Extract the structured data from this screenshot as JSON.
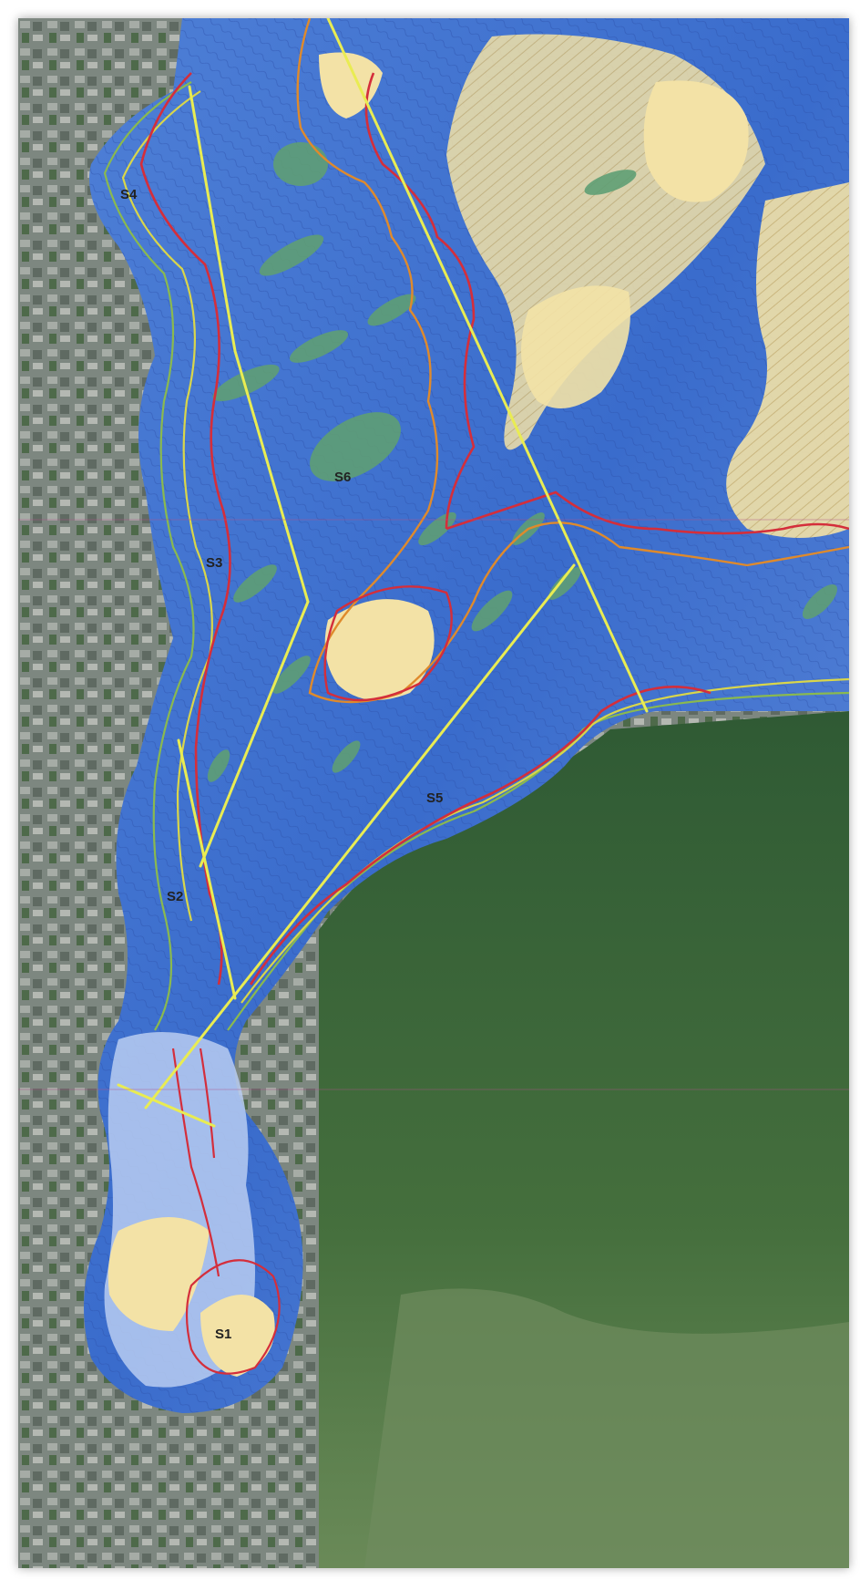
{
  "map": {
    "colors": {
      "land_urban": "#7f8a82",
      "land_forest": "#3f6b3a",
      "water_deep": "#2f5fc4",
      "water_mid": "#6f96dc",
      "water_shallow": "#b9cdf1",
      "shoal_green": "#5f9f74",
      "shoal_yellow": "#f3e2a6",
      "section_line": "#e9ec52",
      "contour_red": "#d42e3b",
      "contour_orange": "#df8a2c",
      "contour_yellow": "#d9d64a",
      "contour_green": "#8ab94f",
      "contour_thin": "#3f5fb8"
    },
    "sections": [
      {
        "id": "s1",
        "label": "S1"
      },
      {
        "id": "s2",
        "label": "S2"
      },
      {
        "id": "s3",
        "label": "S3"
      },
      {
        "id": "s4",
        "label": "S4"
      },
      {
        "id": "s5",
        "label": "S5"
      },
      {
        "id": "s6",
        "label": "S6"
      }
    ]
  }
}
